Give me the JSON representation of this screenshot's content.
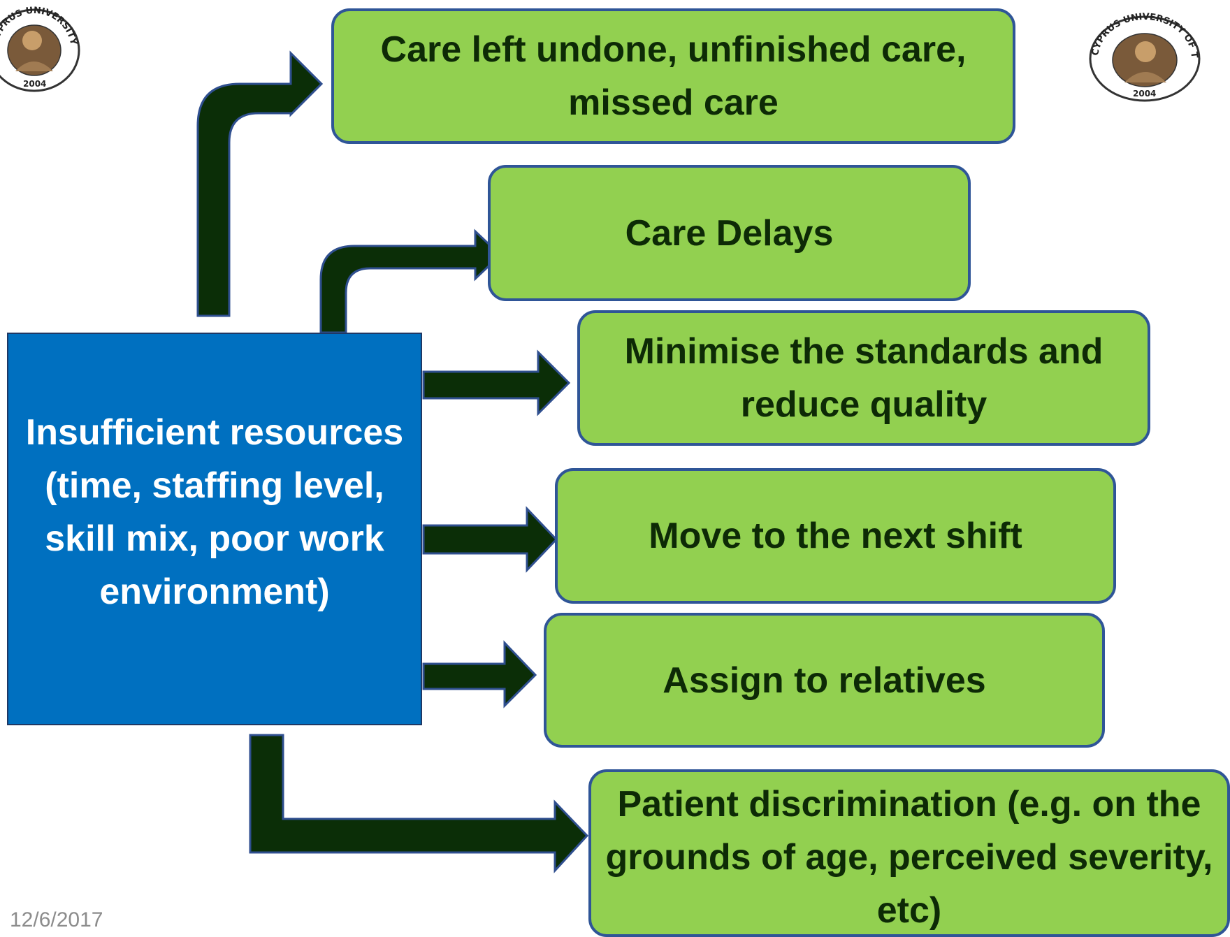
{
  "source": {
    "text": "Insufficient resources (time, staffing level, skill mix, poor work environment)"
  },
  "outcomes": [
    {
      "text": "Care left undone, unfinished care, missed care"
    },
    {
      "text": "Care Delays"
    },
    {
      "text": "Minimise the standards and reduce quality"
    },
    {
      "text": "Move to the next shift"
    },
    {
      "text": "Assign to relatives"
    },
    {
      "text": "Patient discrimination (e.g. on the grounds of  age, perceived severity, etc)"
    }
  ],
  "footer": {
    "date": "12/6/2017"
  },
  "logo": {
    "text": "CYPRUS UNIVERSITY OF TECHNOLOGY",
    "year": "2004",
    "icon": "university-seal-icon"
  },
  "colors": {
    "source_fill": "#0070c0",
    "outcome_fill": "#92d050",
    "outcome_border": "#2f5597",
    "arrow_fill": "#0b2e07",
    "arrow_outline": "#2f4f8f"
  }
}
